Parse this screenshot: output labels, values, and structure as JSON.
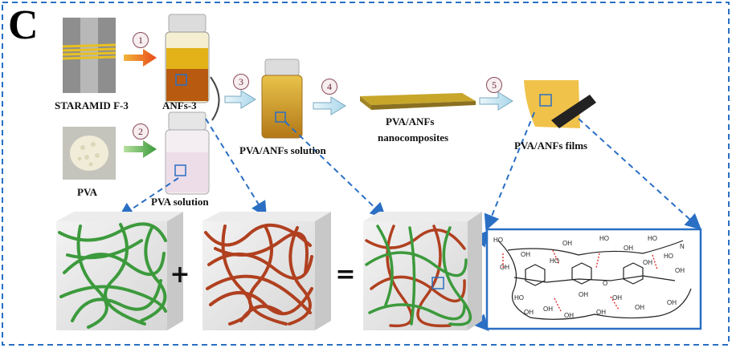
{
  "panel_letter": "C",
  "labels": {
    "staramid": "STARAMID F-3",
    "anfs": "ANFs-3",
    "pva": "PVA",
    "pva_solution": "PVA solution",
    "pva_anfs_solution": "PVA/ANFs solution",
    "nanocomposites_line1": "PVA/ANFs",
    "nanocomposites_line2": "nanocomposites",
    "films": "PVA/ANFs films"
  },
  "steps": [
    "1",
    "2",
    "3",
    "4",
    "5"
  ],
  "operators": {
    "plus": "+",
    "equals": "="
  },
  "chem_labels": [
    "HO",
    "OH",
    "OH",
    "HO",
    "OH",
    "HO",
    "HO",
    "OH",
    "HO",
    "OH",
    "N",
    "HO",
    "OH",
    "OH",
    "OH",
    "OH",
    "OH",
    "OH",
    "OH",
    "OH",
    "OH",
    "O"
  ],
  "colors": {
    "dashed_border": "#2a6fc4",
    "pva_fiber": "#3c9a3c",
    "anf_fiber": "#b0401f",
    "gold": "#d4a017"
  }
}
